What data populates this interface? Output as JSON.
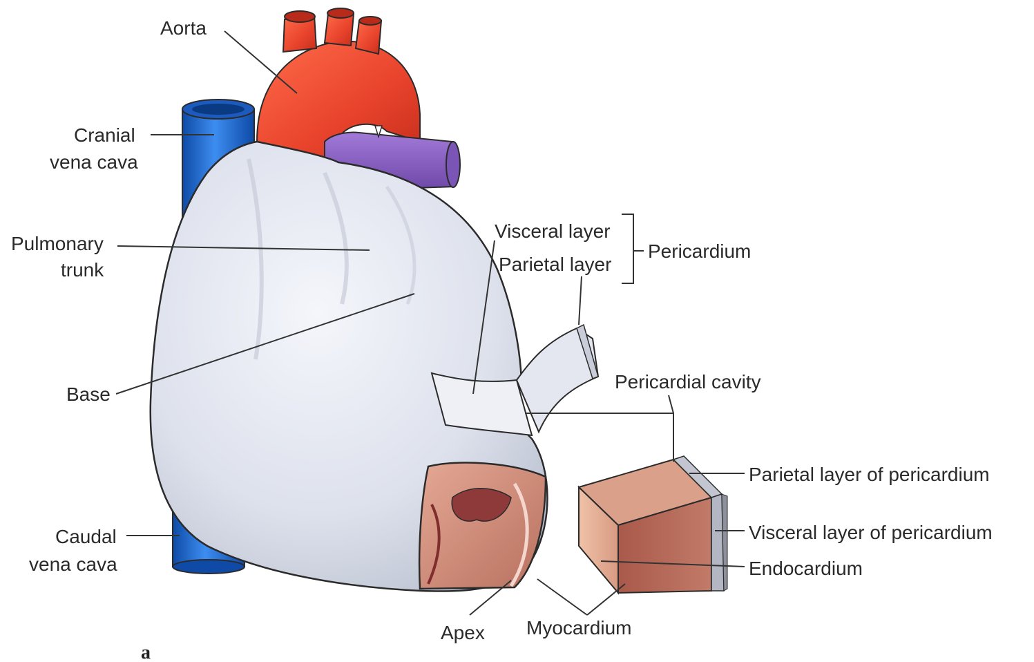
{
  "labels": {
    "aorta": "Aorta",
    "cranial_vena_cava_1": "Cranial",
    "cranial_vena_cava_2": "vena cava",
    "pulmonary_trunk_1": "Pulmonary",
    "pulmonary_trunk_2": "trunk",
    "base": "Base",
    "caudal_vena_cava_1": "Caudal",
    "caudal_vena_cava_2": "vena cava",
    "visceral_layer": "Visceral layer",
    "parietal_layer": "Parietal layer",
    "pericardium": "Pericardium",
    "pericardial_cavity": "Pericardial cavity",
    "parietal_layer_of_pericardium": "Parietal layer of pericardium",
    "visceral_layer_of_pericardium": "Visceral layer of pericardium",
    "endocardium": "Endocardium",
    "apex": "Apex",
    "myocardium": "Myocardium",
    "figure_letter": "a"
  },
  "colors": {
    "aorta": "#e8432c",
    "vena_cava": "#1f6fd1",
    "pulmonary": "#8c63c6",
    "pericardium": "#d9dde8",
    "myocardium": "#c98878",
    "outline": "#2b2b2b"
  }
}
